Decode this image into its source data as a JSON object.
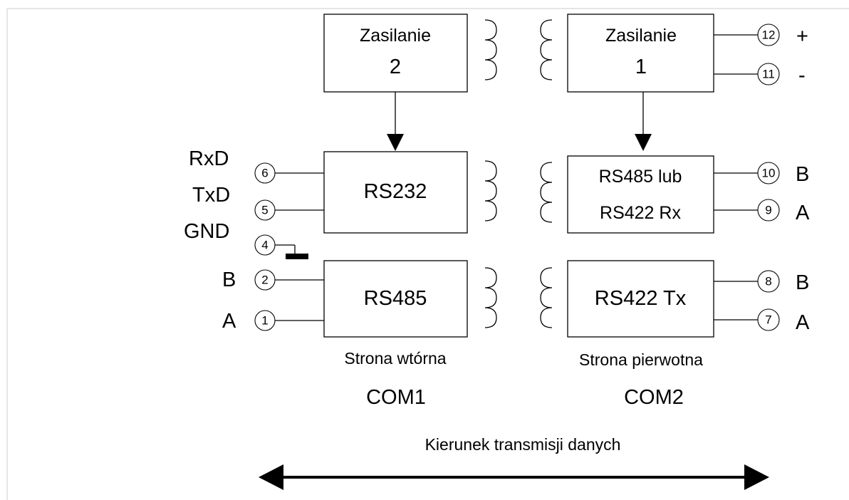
{
  "power_supplies": {
    "secondary": {
      "title": "Zasilanie",
      "number": "2"
    },
    "primary": {
      "title": "Zasilanie",
      "number": "1"
    }
  },
  "blocks": {
    "rs232": "RS232",
    "rs485": "RS485",
    "rs485_rs422_rx_line1": "RS485 lub",
    "rs485_rs422_rx_line2": "RS422 Rx",
    "rs422_tx": "RS422 Tx"
  },
  "left_terminals": [
    {
      "pin": "6",
      "signal": "RxD"
    },
    {
      "pin": "5",
      "signal": "TxD"
    },
    {
      "pin": "4",
      "signal": "GND"
    },
    {
      "pin": "2",
      "signal": "B"
    },
    {
      "pin": "1",
      "signal": "A"
    }
  ],
  "right_terminals": [
    {
      "pin": "12",
      "signal": "+"
    },
    {
      "pin": "11",
      "signal": "-"
    },
    {
      "pin": "10",
      "signal": "B"
    },
    {
      "pin": "9",
      "signal": "A"
    },
    {
      "pin": "8",
      "signal": "B"
    },
    {
      "pin": "7",
      "signal": "A"
    }
  ],
  "captions": {
    "secondary_side": "Strona wtórna",
    "primary_side": "Strona pierwotna",
    "com1": "COM1",
    "com2": "COM2",
    "direction": "Kierunek transmisji danych"
  }
}
